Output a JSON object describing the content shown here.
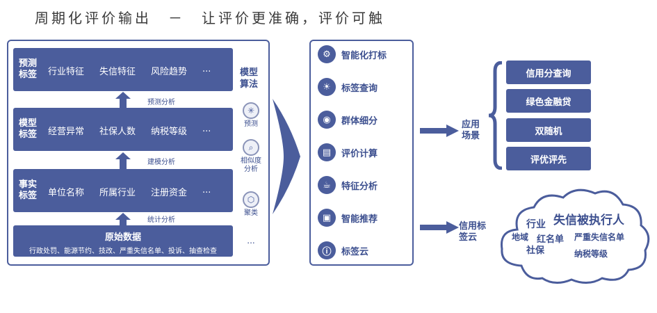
{
  "title": "周期化评价输出　－　让评价更准确，评价可触",
  "layers": [
    {
      "tag": "预测标签",
      "items": [
        "行业特征",
        "失信特征",
        "风险趋势",
        "..."
      ]
    },
    {
      "tag": "模型标签",
      "items": [
        "经营异常",
        "社保人数",
        "纳税等级",
        "..."
      ]
    },
    {
      "tag": "事实标签",
      "items": [
        "单位名称",
        "所属行业",
        "注册资金",
        "..."
      ]
    }
  ],
  "raw": {
    "title": "原始数据",
    "subtitle": "行政处罚、能源节约、技改、严重失信名单、投诉、抽查检查"
  },
  "steps": [
    "预测分析",
    "建模分析",
    "统计分析"
  ],
  "model": {
    "title": "模型算法",
    "items": [
      {
        "label": "预测",
        "icon": "network-icon"
      },
      {
        "label": "相似度分析",
        "icon": "magnifier-icon"
      },
      {
        "label": "聚类",
        "icon": "cluster-icon"
      }
    ],
    "more": "..."
  },
  "functions": [
    {
      "label": "智能化打标",
      "icon": "tag-icon"
    },
    {
      "label": "标签查询",
      "icon": "bulb-icon"
    },
    {
      "label": "群体细分",
      "icon": "location-icon"
    },
    {
      "label": "评价计算",
      "icon": "monitor-icon"
    },
    {
      "label": "特征分析",
      "icon": "cup-icon"
    },
    {
      "label": "智能推荐",
      "icon": "briefcase-icon"
    },
    {
      "label": "标签云",
      "icon": "info-icon"
    }
  ],
  "scene_label": "应用场景",
  "scenes": [
    "信用分查询",
    "绿色金融贷",
    "双随机",
    "评优评先"
  ],
  "cloud_label": "信用标签云",
  "cloud_words": [
    "行业",
    "失信被执行人",
    "地域",
    "红名单",
    "严重失信名单",
    "社保",
    "纳税等级"
  ]
}
